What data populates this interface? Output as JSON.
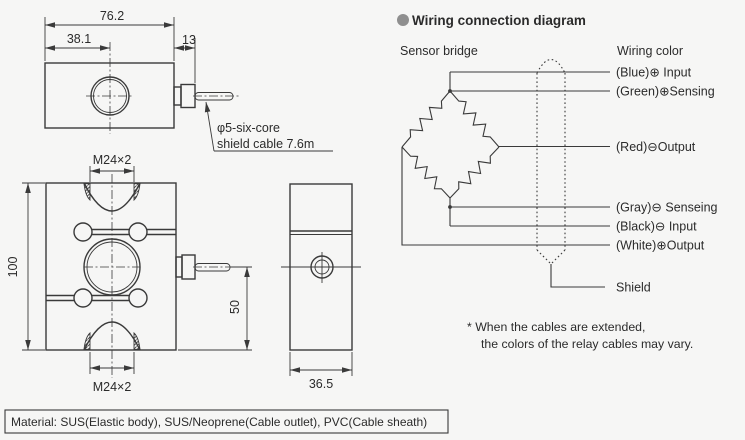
{
  "dimension_drawing": {
    "top_view": {
      "width": "76.2",
      "half_width": "38.1",
      "connector_len": "13",
      "cable_note_line1": "φ5-six-core",
      "cable_note_line2": "shield cable 7.6m"
    },
    "front_view": {
      "height": "100",
      "thread_top": "M24×2",
      "thread_bottom": "M24×2",
      "cable_height": "50"
    },
    "side_view": {
      "depth": "36.5"
    }
  },
  "wiring_diagram": {
    "title": "Wiring connection diagram",
    "sensor_bridge_label": "Sensor bridge",
    "wiring_color_label": "Wiring color",
    "wires": [
      {
        "id": "blue",
        "label": "(Blue)⊕ Input"
      },
      {
        "id": "green",
        "label": "(Green)⊕Sensing"
      },
      {
        "id": "red",
        "label": "(Red)⊖Output"
      },
      {
        "id": "gray",
        "label": "(Gray)⊖ Senseing"
      },
      {
        "id": "black",
        "label": "(Black)⊖ Input"
      },
      {
        "id": "white",
        "label": "(White)⊕Output"
      }
    ],
    "shield_label": "Shield",
    "note_line1": "* When the cables are extended,",
    "note_line2": "the colors of the relay cables may vary."
  },
  "material_note": "Material: SUS(Elastic body), SUS/Neoprene(Cable outlet), PVC(Cable sheath)",
  "colors": {
    "line": "#3a3a3a",
    "bullet": "#8f8f8f",
    "background": "#f6f6f5"
  }
}
